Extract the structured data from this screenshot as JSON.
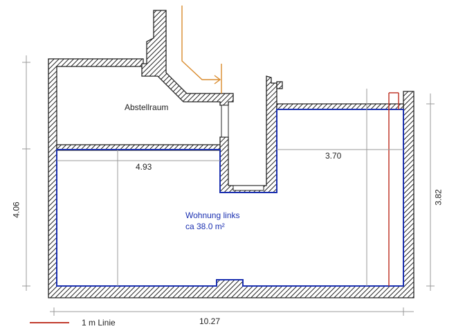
{
  "rooms": {
    "storage": {
      "name": "Abstellraum"
    },
    "apartment": {
      "name": "Wohnung links",
      "area": "ca  38.0 m²"
    }
  },
  "dimensions": {
    "inner_width_left": "4.93",
    "inner_width_right": "3.70",
    "total_width": "10.27",
    "height_left": "4.06",
    "height_right": "3.82"
  },
  "legend": {
    "red_line_label": "1 m Linie"
  },
  "colors": {
    "wall": "#222222",
    "apartment_outline": "#1a2fb0",
    "one_meter_line": "#c0392b",
    "entry_arrow": "#d98a2b",
    "dimension": "#999999"
  }
}
